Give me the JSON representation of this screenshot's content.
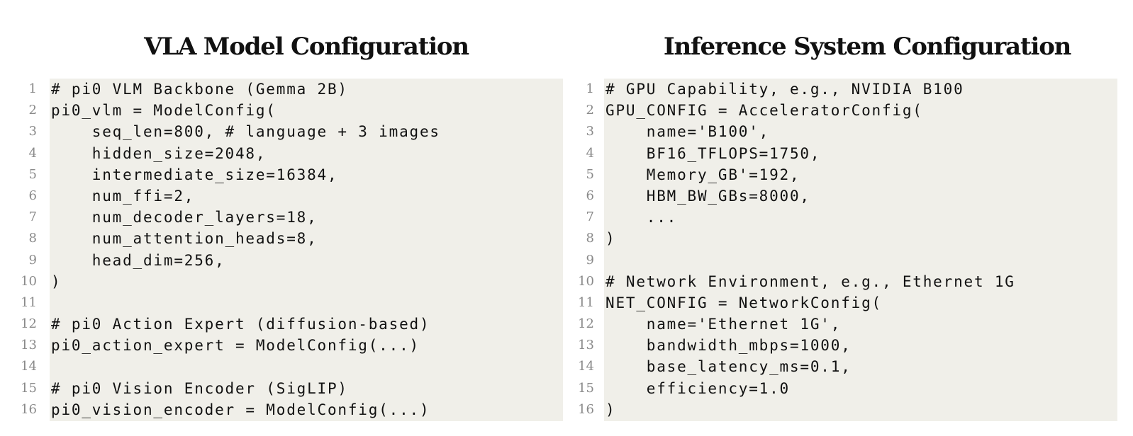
{
  "left_panel": {
    "title": "VLA Model Configuration",
    "lines": [
      {
        "num": "1",
        "text": "# pi0 VLM Backbone (Gemma 2B)"
      },
      {
        "num": "2",
        "text": "pi0_vlm = ModelConfig("
      },
      {
        "num": "3",
        "text": "    seq_len=800, # language + 3 images"
      },
      {
        "num": "4",
        "text": "    hidden_size=2048,"
      },
      {
        "num": "5",
        "text": "    intermediate_size=16384,"
      },
      {
        "num": "6",
        "text": "    num_ffi=2,"
      },
      {
        "num": "7",
        "text": "    num_decoder_layers=18,"
      },
      {
        "num": "8",
        "text": "    num_attention_heads=8,"
      },
      {
        "num": "9",
        "text": "    head_dim=256,"
      },
      {
        "num": "10",
        "text": ")"
      },
      {
        "num": "11",
        "text": ""
      },
      {
        "num": "12",
        "text": "# pi0 Action Expert (diffusion-based)"
      },
      {
        "num": "13",
        "text": "pi0_action_expert = ModelConfig(...)"
      },
      {
        "num": "14",
        "text": ""
      },
      {
        "num": "15",
        "text": "# pi0 Vision Encoder (SigLIP)"
      },
      {
        "num": "16",
        "text": "pi0_vision_encoder = ModelConfig(...)"
      }
    ]
  },
  "right_panel": {
    "title": "Inference System Configuration",
    "lines": [
      {
        "num": "1",
        "text": "# GPU Capability, e.g., NVIDIA B100"
      },
      {
        "num": "2",
        "text": "GPU_CONFIG = AcceleratorConfig("
      },
      {
        "num": "3",
        "text": "    name='B100',"
      },
      {
        "num": "4",
        "text": "    BF16_TFLOPS=1750,"
      },
      {
        "num": "5",
        "text": "    Memory_GB'=192,"
      },
      {
        "num": "6",
        "text": "    HBM_BW_GBs=8000,"
      },
      {
        "num": "7",
        "text": "    ..."
      },
      {
        "num": "8",
        "text": ")"
      },
      {
        "num": "9",
        "text": ""
      },
      {
        "num": "10",
        "text": "# Network Environment, e.g., Ethernet 1G"
      },
      {
        "num": "11",
        "text": "NET_CONFIG = NetworkConfig("
      },
      {
        "num": "12",
        "text": "    name='Ethernet 1G',"
      },
      {
        "num": "13",
        "text": "    bandwidth_mbps=1000,"
      },
      {
        "num": "14",
        "text": "    base_latency_ms=0.1,"
      },
      {
        "num": "15",
        "text": "    efficiency=1.0"
      },
      {
        "num": "16",
        "text": ")"
      }
    ]
  },
  "colors": {
    "code_background": "#f0efe9",
    "line_number": "#8a8a8a",
    "text": "#111111"
  }
}
